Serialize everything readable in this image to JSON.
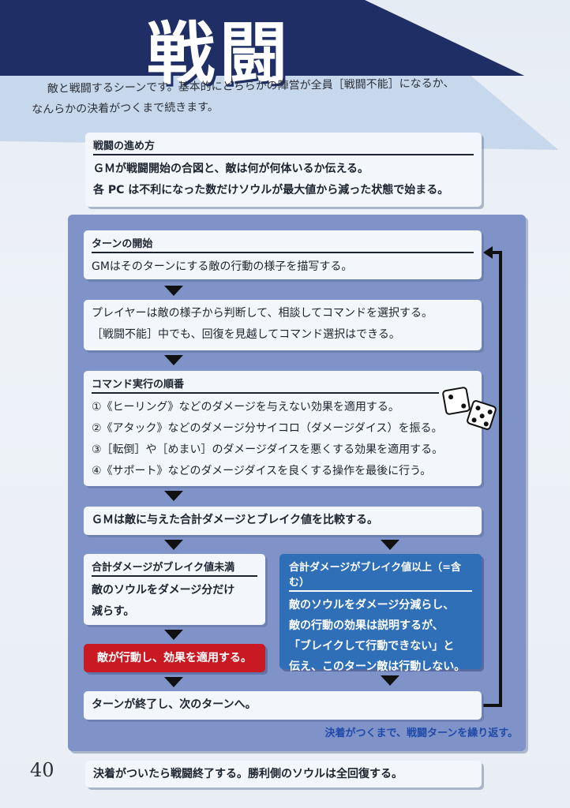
{
  "page": {
    "title": "戦闘",
    "page_number": "40",
    "intro": [
      "敵と戦闘するシーンです。基本的にどちらかの陣営が全員［戦闘不能］になるか、",
      "なんらかの決着がつくまで続きます。"
    ]
  },
  "setup": {
    "heading": "戦闘の進め方",
    "lines": [
      "ＧＭが戦闘開始の合図と、敵は何が何体いるか伝える。",
      "各 PC は不利になった数だけソウルが最大値から減った状態で始まる。"
    ]
  },
  "turn_start": {
    "heading": "ターンの開始",
    "line": "GMはそのターンにする敵の行動の様子を描写する。"
  },
  "player_command": {
    "lines": [
      "プレイヤーは敵の様子から判断して、相談してコマンドを選択する。",
      "［戦闘不能］中でも、回復を見越してコマンド選択はできる。"
    ]
  },
  "command_order": {
    "heading": "コマンド実行の順番",
    "items": [
      "①《ヒーリング》などのダメージを与えない効果を適用する。",
      "②《アタック》などのダメージ分サイコロ（ダメージダイス）を振る。",
      "③［転倒］や［めまい］のダメージダイスを悪くする効果を適用する。",
      "④《サポート》などのダメージダイスを良くする操作を最後に行う。"
    ]
  },
  "compare": {
    "line": "ＧＭは敵に与えた合計ダメージとブレイク値を比較する。"
  },
  "below_break": {
    "heading": "合計ダメージがブレイク値未満",
    "lines": [
      "敵のソウルをダメージ分だけ",
      "減らす。"
    ],
    "enemy_action": "敵が行動し、効果を適用する。"
  },
  "above_break": {
    "heading": "合計ダメージがブレイク値以上（=含む）",
    "lines": [
      "敵のソウルをダメージ分減らし、",
      "敵の行動の効果は説明するが、",
      "「ブレイクして行動できない」と",
      "伝え、このターン敵は行動しない。"
    ]
  },
  "turn_end": {
    "line": "ターンが終了し、次のターンへ。"
  },
  "repeat_note": "決着がつくまで、戦闘ターンを繰り返す。",
  "battle_end": "決着がついたら戦闘終了する。勝利側のソウルは全回復する。",
  "colors": {
    "navy": "#1f2f66",
    "panel": "#7f93c9",
    "red": "#c91a23",
    "blue": "#2f6fb8"
  }
}
